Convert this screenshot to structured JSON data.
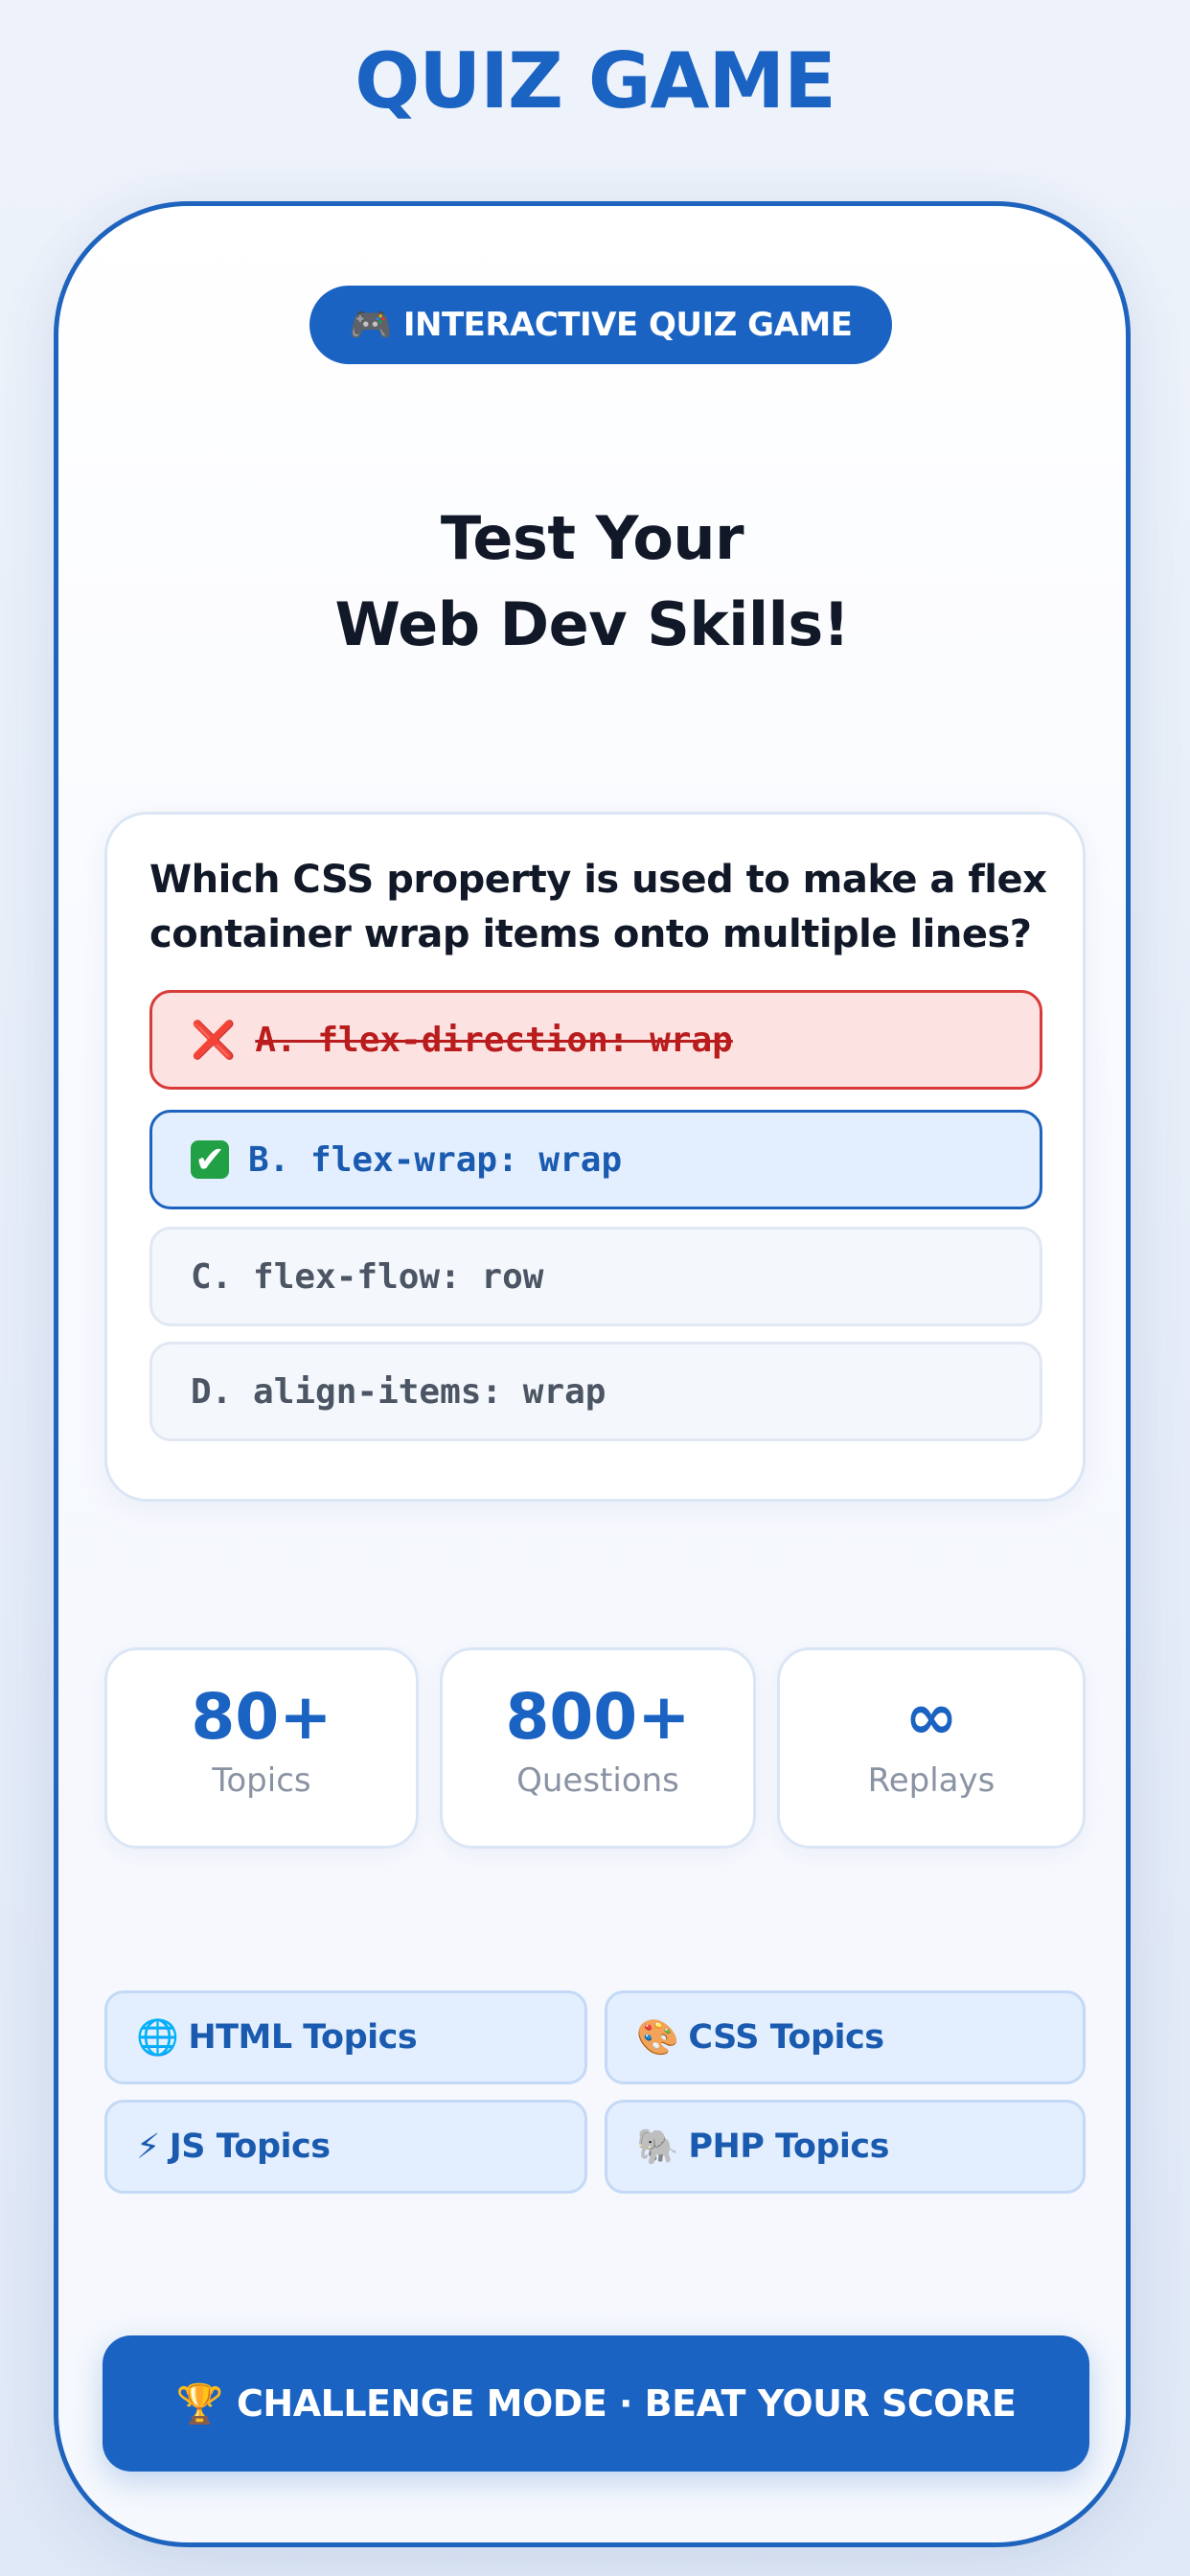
{
  "page": {
    "title": "QUIZ GAME"
  },
  "badge": {
    "icon": "game-controller-icon",
    "glyph": "🎮",
    "label": "INTERACTIVE QUIZ GAME"
  },
  "headline": {
    "line1": "Test Your",
    "line2": "Web Dev Skills!"
  },
  "quiz": {
    "question": "Which CSS property is used to make a flex container wrap items onto multiple lines?",
    "options": [
      {
        "label": "A. flex-direction: wrap",
        "state": "wrong",
        "icon": "cross-icon",
        "glyph": "❌"
      },
      {
        "label": "B. flex-wrap: wrap",
        "state": "correct",
        "icon": "check-icon",
        "glyph": "✔"
      },
      {
        "label": "C. flex-flow: row",
        "state": "neutral"
      },
      {
        "label": "D. align-items: wrap",
        "state": "neutral"
      }
    ]
  },
  "stats": [
    {
      "value": "80+",
      "label": "Topics"
    },
    {
      "value": "800+",
      "label": "Questions"
    },
    {
      "value": "∞",
      "label": "Replays"
    }
  ],
  "topics": [
    {
      "label": "HTML Topics",
      "icon": "globe-icon",
      "glyph": "🌐"
    },
    {
      "label": "CSS Topics",
      "icon": "palette-icon",
      "glyph": "🎨"
    },
    {
      "label": "JS Topics",
      "icon": "lightning-icon",
      "glyph": "⚡"
    },
    {
      "label": "PHP Topics",
      "icon": "elephant-icon",
      "glyph": "🐘"
    }
  ],
  "cta": {
    "icon": "trophy-icon",
    "glyph": "🏆",
    "label": "CHALLENGE MODE · BEAT YOUR SCORE"
  },
  "colors": {
    "primary": "#1a63c2",
    "wrong_bg": "#fde2e2",
    "wrong_border": "#d93a3a",
    "correct_bg": "#e3efff",
    "text_dark": "#111827",
    "muted": "#8a93a3"
  }
}
